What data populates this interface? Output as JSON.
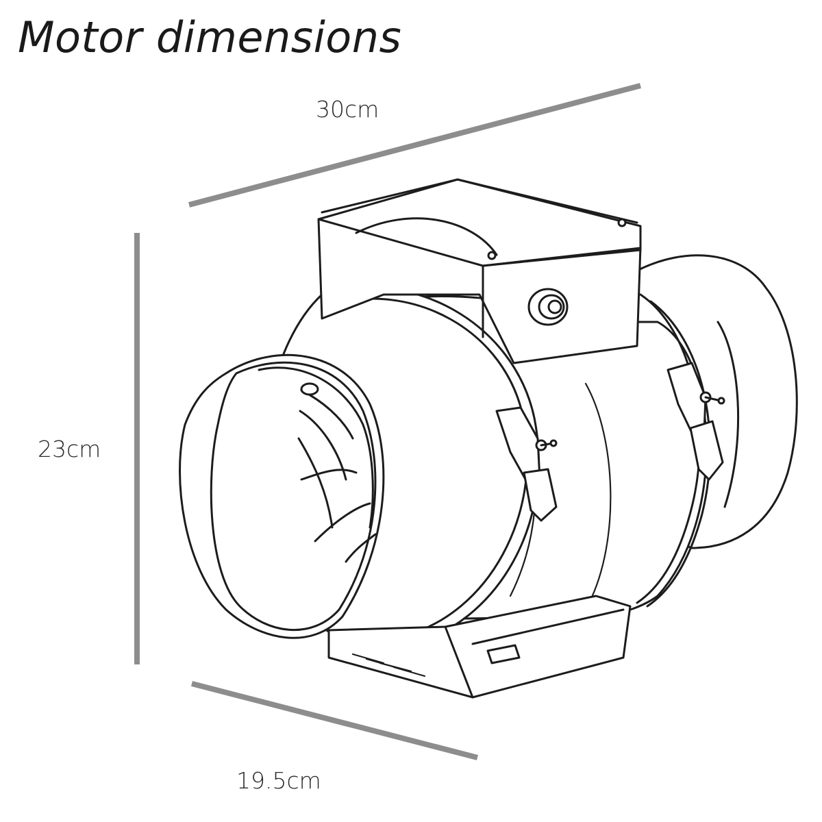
{
  "diagram": {
    "title": "Motor dimensions",
    "dimensions": {
      "length": "30cm",
      "height": "23cm",
      "width": "19.5cm"
    },
    "colors": {
      "dimension_line": "#8d8d8d",
      "ink": "#1c1c1c",
      "background": "#ffffff"
    },
    "illustration": "inline-duct-fan-line-drawing"
  }
}
